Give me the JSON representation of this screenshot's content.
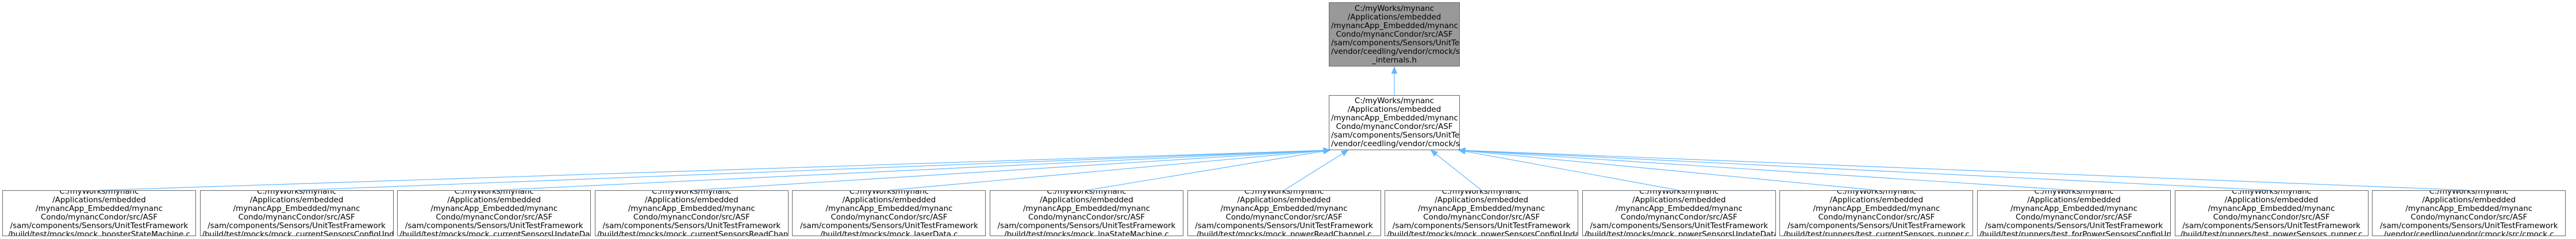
{
  "edge_color": "#63b8ff",
  "root": {
    "lines": [
      "C:/myWorks/mynanc",
      "/Applications/embedded",
      "/mynancApp_Embedded/mynanc",
      "Condo/mynancCondor/src/ASF",
      "/sam/components/Sensors/UnitTestFramework",
      "/vendor/ceedling/vendor/cmock/src/cmock",
      "_internals.h"
    ]
  },
  "middle": {
    "lines": [
      "C:/myWorks/mynanc",
      "/Applications/embedded",
      "/mynancApp_Embedded/mynanc",
      "Condo/mynancCondor/src/ASF",
      "/sam/components/Sensors/UnitTestFramework",
      "/vendor/ceedling/vendor/cmock/src/cmock.h"
    ]
  },
  "leaves": [
    {
      "lines": [
        "C:/myWorks/mynanc",
        "/Applications/embedded",
        "/mynancApp_Embedded/mynanc",
        "Condo/mynancCondor/src/ASF",
        "/sam/components/Sensors/UnitTestFramework",
        "/build/test/mocks/mock_boosterStateMachine.c"
      ]
    },
    {
      "lines": [
        "C:/myWorks/mynanc",
        "/Applications/embedded",
        "/mynancApp_Embedded/mynanc",
        "Condo/mynancCondor/src/ASF",
        "/sam/components/Sensors/UnitTestFramework",
        "/build/test/mocks/mock_currentSensorsConfigUpdate.c"
      ]
    },
    {
      "lines": [
        "C:/myWorks/mynanc",
        "/Applications/embedded",
        "/mynancApp_Embedded/mynanc",
        "Condo/mynancCondor/src/ASF",
        "/sam/components/Sensors/UnitTestFramework",
        "/build/test/mocks/mock_currentSensorsUpdateDatabase.c"
      ]
    },
    {
      "lines": [
        "C:/myWorks/mynanc",
        "/Applications/embedded",
        "/mynancApp_Embedded/mynanc",
        "Condo/mynancCondor/src/ASF",
        "/sam/components/Sensors/UnitTestFramework",
        "/build/test/mocks/mock_currentSensorsReadChannel.c"
      ]
    },
    {
      "lines": [
        "C:/myWorks/mynanc",
        "/Applications/embedded",
        "/mynancApp_Embedded/mynanc",
        "Condo/mynancCondor/src/ASF",
        "/sam/components/Sensors/UnitTestFramework",
        "/build/test/mocks/mock_laserData.c"
      ]
    },
    {
      "lines": [
        "C:/myWorks/mynanc",
        "/Applications/embedded",
        "/mynancApp_Embedded/mynanc",
        "Condo/mynancCondor/src/ASF",
        "/sam/components/Sensors/UnitTestFramework",
        "/build/test/mocks/mock_lnaStateMachine.c"
      ]
    },
    {
      "lines": [
        "C:/myWorks/mynanc",
        "/Applications/embedded",
        "/mynancApp_Embedded/mynanc",
        "Condo/mynancCondor/src/ASF",
        "/sam/components/Sensors/UnitTestFramework",
        "/build/test/mocks/mock_powerReadChannel.c"
      ]
    },
    {
      "lines": [
        "C:/myWorks/mynanc",
        "/Applications/embedded",
        "/mynancApp_Embedded/mynanc",
        "Condo/mynancCondor/src/ASF",
        "/sam/components/Sensors/UnitTestFramework",
        "/build/test/mocks/mock_powerSensorsConfigUpdate.c"
      ]
    },
    {
      "lines": [
        "C:/myWorks/mynanc",
        "/Applications/embedded",
        "/mynancApp_Embedded/mynanc",
        "Condo/mynancCondor/src/ASF",
        "/sam/components/Sensors/UnitTestFramework",
        "/build/test/mocks/mock_powerSensorsUpdateDatabase.c"
      ]
    },
    {
      "lines": [
        "C:/myWorks/mynanc",
        "/Applications/embedded",
        "/mynancApp_Embedded/mynanc",
        "Condo/mynancCondor/src/ASF",
        "/sam/components/Sensors/UnitTestFramework",
        "/build/test/runners/test_currentSensors_runner.c"
      ]
    },
    {
      "lines": [
        "C:/myWorks/mynanc",
        "/Applications/embedded",
        "/mynancApp_Embedded/mynanc",
        "Condo/mynancCondor/src/ASF",
        "/sam/components/Sensors/UnitTestFramework",
        "/build/test/runners/test_forPowerSensorsConfigUpdat_runner.c"
      ]
    },
    {
      "lines": [
        "C:/myWorks/mynanc",
        "/Applications/embedded",
        "/mynancApp_Embedded/mynanc",
        "Condo/mynancCondor/src/ASF",
        "/sam/components/Sensors/UnitTestFramework",
        "/build/test/runners/test_powerSensors_runner.c"
      ]
    },
    {
      "lines": [
        "C:/myWorks/mynanc",
        "/Applications/embedded",
        "/mynancApp_Embedded/mynanc",
        "Condo/mynancCondor/src/ASF",
        "/sam/components/Sensors/UnitTestFramework",
        "/vendor/ceedling/vendor/cmock/src/cmock.c"
      ]
    }
  ]
}
